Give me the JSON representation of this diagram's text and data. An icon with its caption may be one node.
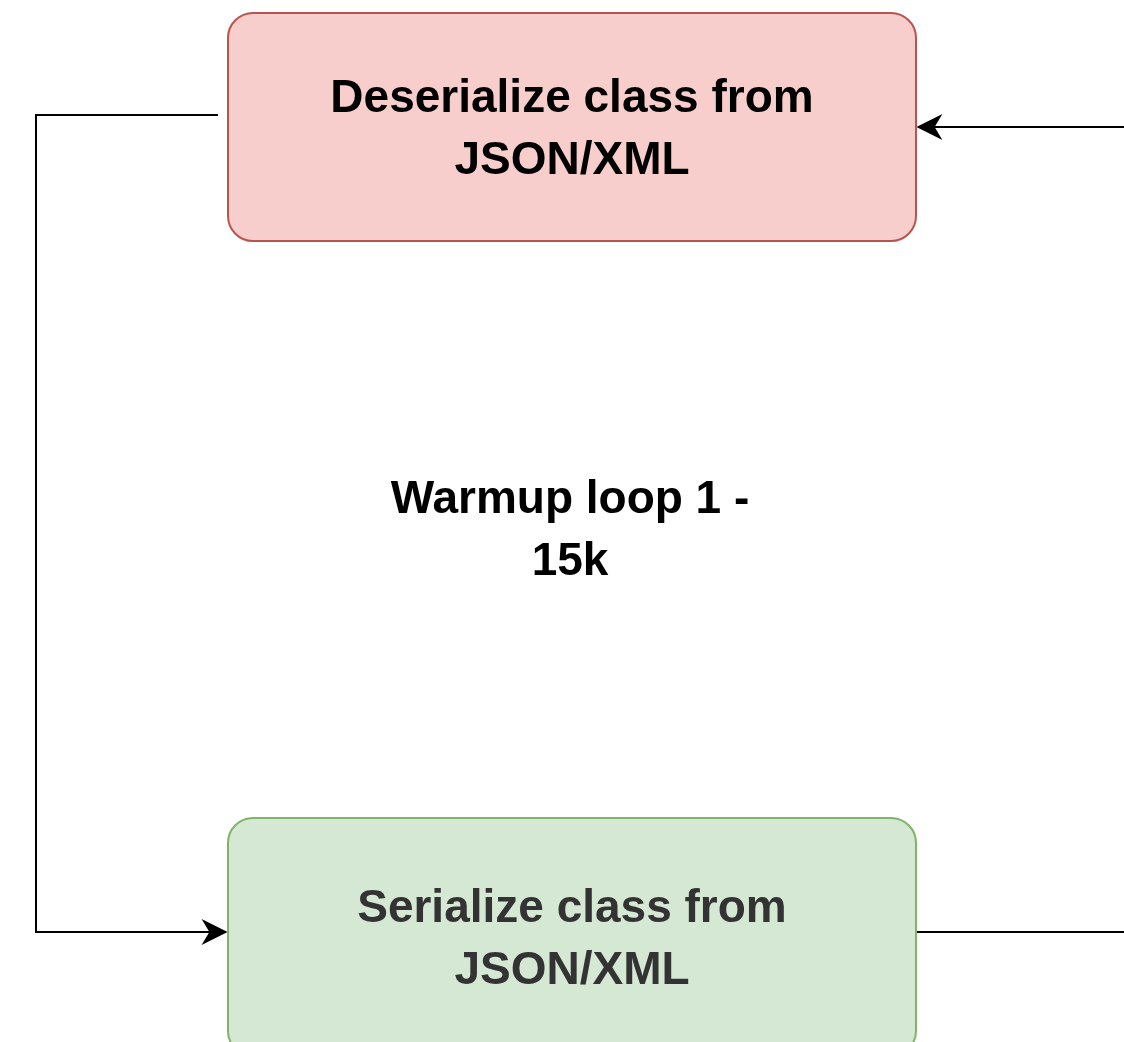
{
  "diagram": {
    "nodes": [
      {
        "text": [
          "Deserialize class from JSON/XML"
        ]
      },
      {
        "text": [
          "Serialize class from JSON/XML"
        ]
      }
    ],
    "edges": [
      {
        "from": 0,
        "to": 1,
        "arrow": "to"
      },
      {
        "from": 1,
        "to": 0,
        "arrow": "to"
      }
    ],
    "labels": [
      "Warmup loop 1 - 15k"
    ]
  }
}
